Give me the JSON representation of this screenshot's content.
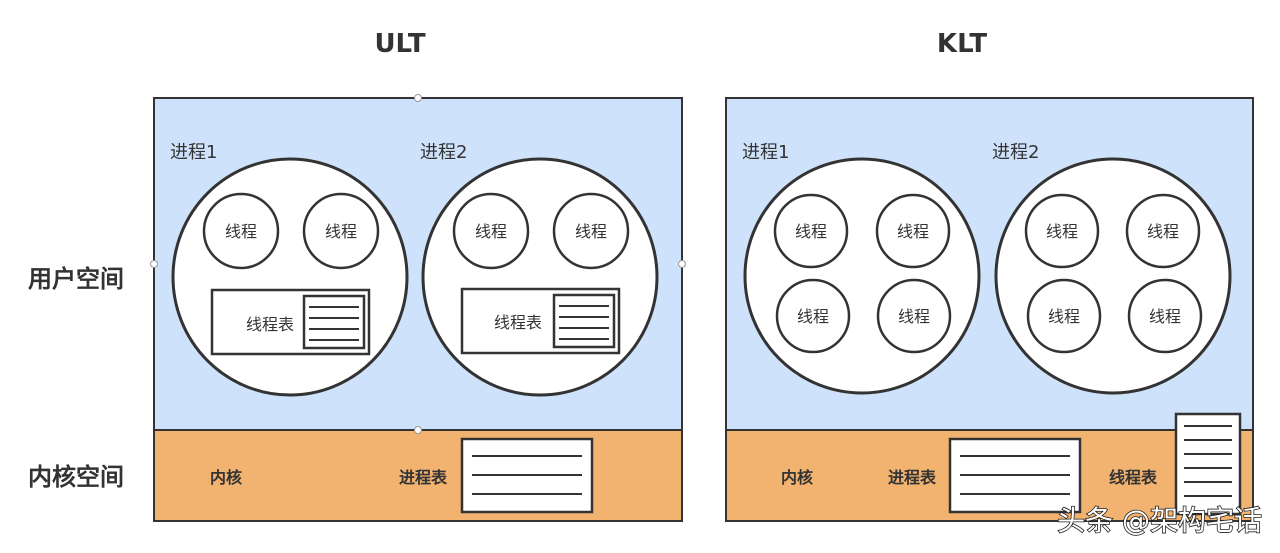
{
  "titles": {
    "ult": "ULT",
    "klt": "KLT"
  },
  "side_labels": {
    "user_space": "用户空间",
    "kernel_space": "内核空间"
  },
  "process_labels": {
    "p1": "进程1",
    "p2": "进程2"
  },
  "thread_label": "线程",
  "thread_table_label": "线程表",
  "process_table_label": "进程表",
  "kernel_label": "内核",
  "watermark": "头条 @架构宅话",
  "colors": {
    "user_space_fill": "#cfe2fb",
    "kernel_space_fill": "#f2b270",
    "outline": "#333333"
  }
}
